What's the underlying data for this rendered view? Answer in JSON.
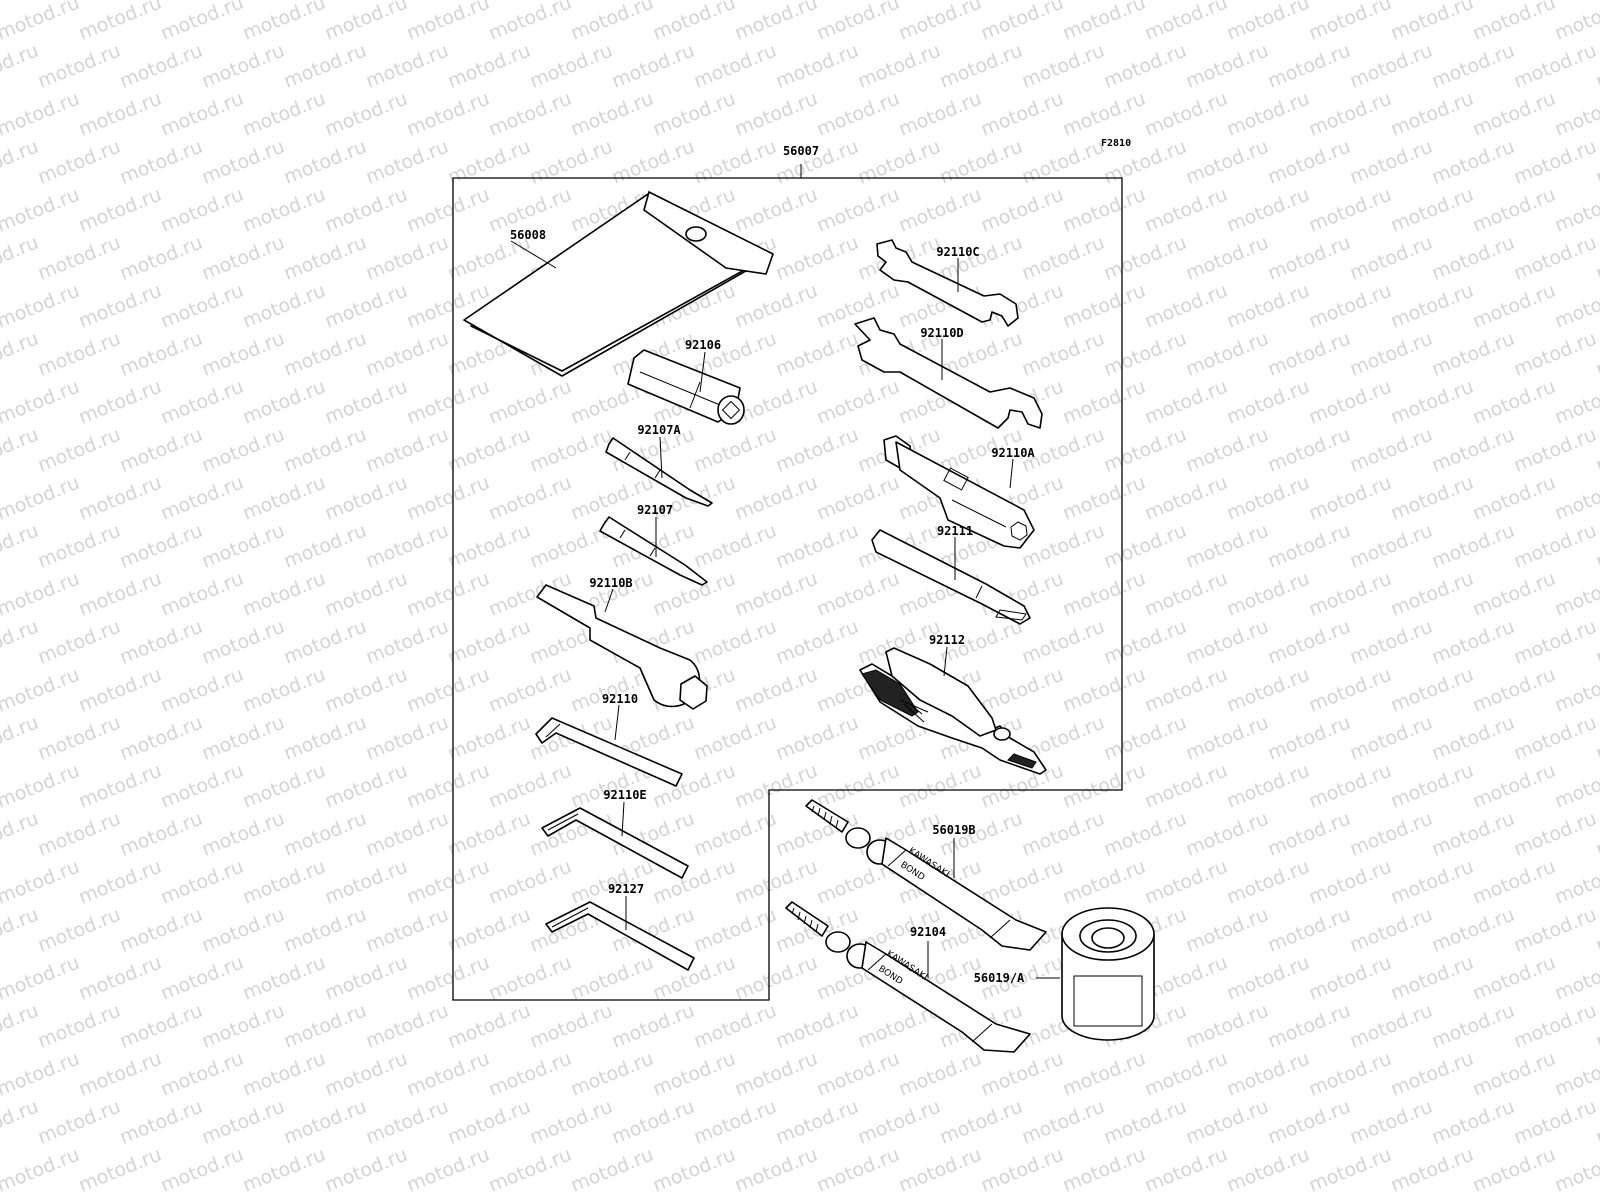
{
  "figure_code": "F2810",
  "watermark": "motod.ru",
  "tube_brand": "KAWASAKI",
  "tube_product": "BOND",
  "parts": [
    {
      "id": "kit",
      "label": "56007"
    },
    {
      "id": "pouch",
      "label": "56008"
    },
    {
      "id": "p92106",
      "label": "92106"
    },
    {
      "id": "p92107A",
      "label": "92107A"
    },
    {
      "id": "p92107",
      "label": "92107"
    },
    {
      "id": "p92110B",
      "label": "92110B"
    },
    {
      "id": "p92110",
      "label": "92110"
    },
    {
      "id": "p92110E",
      "label": "92110E"
    },
    {
      "id": "p92127",
      "label": "92127"
    },
    {
      "id": "p92110C",
      "label": "92110C"
    },
    {
      "id": "p92110D",
      "label": "92110D"
    },
    {
      "id": "p92110A",
      "label": "92110A"
    },
    {
      "id": "p92111",
      "label": "92111"
    },
    {
      "id": "p92112",
      "label": "92112"
    },
    {
      "id": "p56019B",
      "label": "56019B"
    },
    {
      "id": "p92104",
      "label": "92104"
    },
    {
      "id": "p56019A",
      "label": "56019/A"
    }
  ]
}
